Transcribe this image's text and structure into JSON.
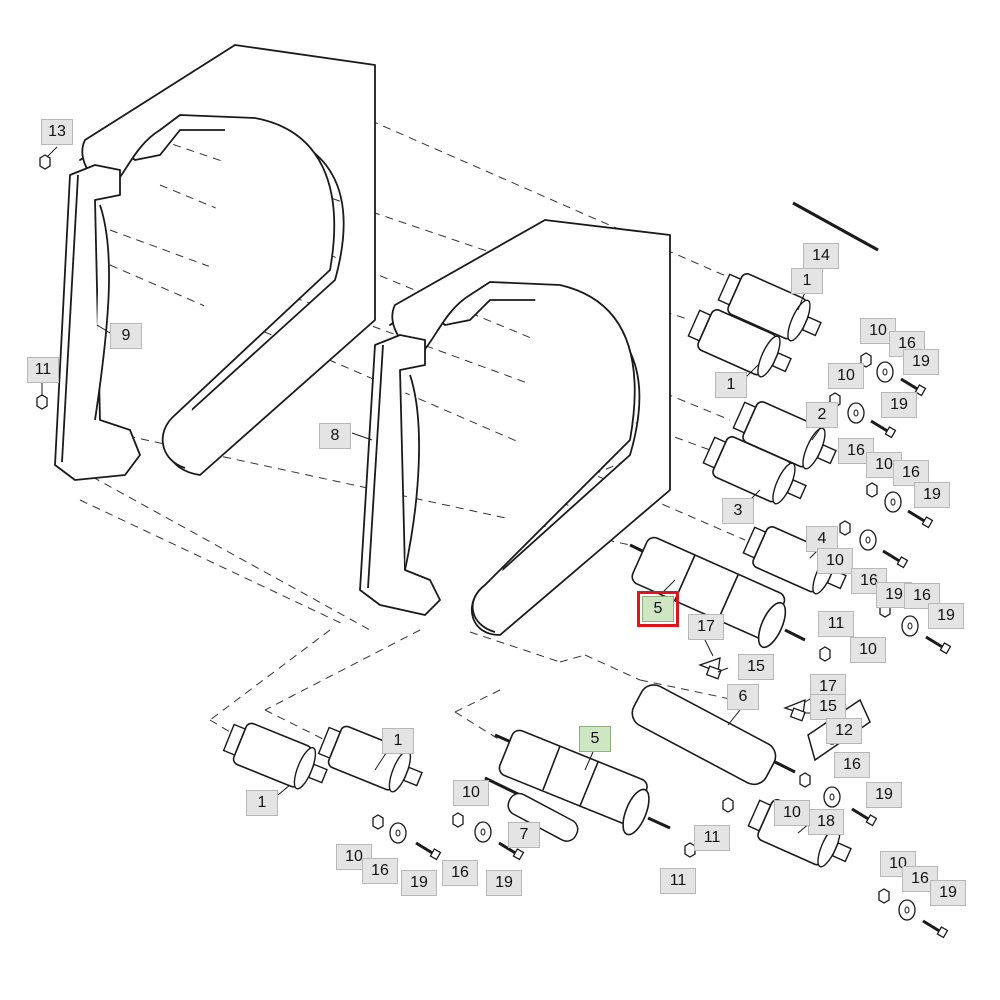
{
  "diagram": {
    "colors": {
      "line": "#1a1a1a",
      "callout_bg": "#e4e4e4",
      "callout_border": "#b8b8b8",
      "highlight_bg": "#cfe6c2",
      "selected_outline": "#e0151c"
    },
    "callouts": [
      {
        "id": "c13",
        "label": "13"
      },
      {
        "id": "c9",
        "label": "9"
      },
      {
        "id": "c11a",
        "label": "11"
      },
      {
        "id": "c8",
        "label": "8"
      },
      {
        "id": "c14",
        "label": "14"
      },
      {
        "id": "c1a",
        "label": "1"
      },
      {
        "id": "c10a",
        "label": "10"
      },
      {
        "id": "c16a",
        "label": "16"
      },
      {
        "id": "c19a",
        "label": "19"
      },
      {
        "id": "c10b",
        "label": "10"
      },
      {
        "id": "c1b",
        "label": "1"
      },
      {
        "id": "c2",
        "label": "2"
      },
      {
        "id": "c19b",
        "label": "19"
      },
      {
        "id": "c16b",
        "label": "16"
      },
      {
        "id": "c10c",
        "label": "10"
      },
      {
        "id": "c16c",
        "label": "16"
      },
      {
        "id": "c19c",
        "label": "19"
      },
      {
        "id": "c3",
        "label": "3"
      },
      {
        "id": "c4",
        "label": "4"
      },
      {
        "id": "c10d",
        "label": "10"
      },
      {
        "id": "c16d",
        "label": "16"
      },
      {
        "id": "c19d",
        "label": "19"
      },
      {
        "id": "c16e",
        "label": "16"
      },
      {
        "id": "c19e",
        "label": "19"
      },
      {
        "id": "c5a",
        "label": "5",
        "highlighted": true,
        "selected": true
      },
      {
        "id": "c17a",
        "label": "17"
      },
      {
        "id": "c11b",
        "label": "11"
      },
      {
        "id": "c10e",
        "label": "10"
      },
      {
        "id": "c15a",
        "label": "15"
      },
      {
        "id": "c6",
        "label": "6"
      },
      {
        "id": "c17b",
        "label": "17"
      },
      {
        "id": "c15b",
        "label": "15"
      },
      {
        "id": "c12",
        "label": "12"
      },
      {
        "id": "c5b",
        "label": "5",
        "highlighted": true
      },
      {
        "id": "c1c",
        "label": "1"
      },
      {
        "id": "c1d",
        "label": "1"
      },
      {
        "id": "c10f",
        "label": "10"
      },
      {
        "id": "c16f",
        "label": "16"
      },
      {
        "id": "c19f",
        "label": "19"
      },
      {
        "id": "c10g",
        "label": "10"
      },
      {
        "id": "c18",
        "label": "18"
      },
      {
        "id": "c11c",
        "label": "11"
      },
      {
        "id": "c11d",
        "label": "11"
      },
      {
        "id": "c10h",
        "label": "10"
      },
      {
        "id": "c16g",
        "label": "16"
      },
      {
        "id": "c19g",
        "label": "19"
      },
      {
        "id": "c10i",
        "label": "10"
      },
      {
        "id": "c16h",
        "label": "16"
      },
      {
        "id": "c19h",
        "label": "19"
      },
      {
        "id": "c16i",
        "label": "16"
      },
      {
        "id": "c19i",
        "label": "19"
      },
      {
        "id": "c7",
        "label": "7"
      }
    ]
  }
}
